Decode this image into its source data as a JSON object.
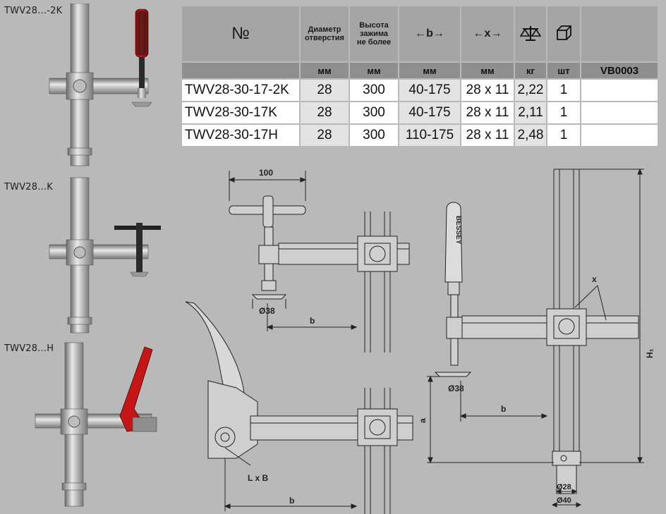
{
  "products": [
    {
      "label": "TWV28...-2K"
    },
    {
      "label": "TWV28...K"
    },
    {
      "label": "TWV28...H"
    }
  ],
  "table": {
    "headers": {
      "number": "№",
      "hole_diameter": [
        "Диаметр",
        "отверстия"
      ],
      "clamp_height": [
        "Высота",
        "зажима",
        "не более"
      ],
      "b": "←b→",
      "x": "←x→"
    },
    "icons": [
      "scale-icon",
      "box-icon"
    ],
    "units": [
      "мм",
      "мм",
      "мм",
      "мм",
      "кг",
      "шт",
      "VB0003"
    ],
    "rows": [
      {
        "code": "TWV28-30-17-2K",
        "diameter": "28",
        "height": "300",
        "b": "40-175",
        "x": "28 x 11",
        "kg": "2,22",
        "qty": "1"
      },
      {
        "code": "TWV28-30-17K",
        "diameter": "28",
        "height": "300",
        "b": "40-175",
        "x": "28 x 11",
        "kg": "2,11",
        "qty": "1"
      },
      {
        "code": "TWV28-30-17H",
        "diameter": "28",
        "height": "300",
        "b": "110-175",
        "x": "28 x 11",
        "kg": "2,48",
        "qty": "1"
      }
    ]
  },
  "drawing": {
    "dim_100": "100",
    "dia_38_a": "Ø38",
    "dia_38_b": "Ø38",
    "b_label_1": "b",
    "b_label_2": "b",
    "b_label_3": "b",
    "x_label": "x",
    "h_label": "H₁",
    "a_label": "a",
    "lxb_label": "L x B",
    "dia_28": "Ø28",
    "dia_40": "Ø40",
    "brand": "BESSEY"
  }
}
